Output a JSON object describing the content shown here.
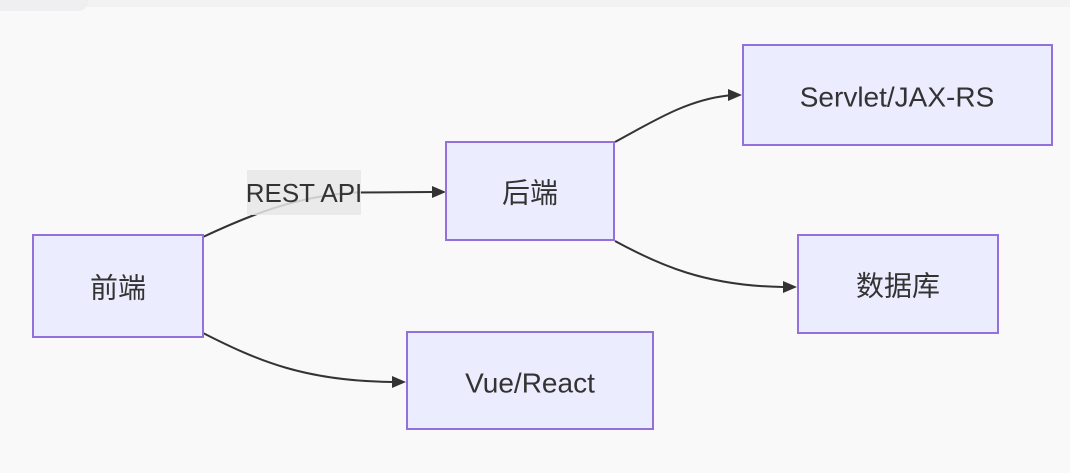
{
  "page": {
    "background_color": "#f9f9f9",
    "top_strip_color": "#f3f2f3",
    "top_tab_color": "#efeef0"
  },
  "diagram": {
    "type": "flowchart",
    "direction": "left-to-right",
    "colors": {
      "node_fill": "#ECECFF",
      "node_border": "#9370DB",
      "node_text": "#333333",
      "edge_stroke": "#333333",
      "edge_label_background": "#e8e8e8",
      "edge_label_text": "#333333"
    },
    "nodes": [
      {
        "id": "frontend",
        "label": "前端"
      },
      {
        "id": "backend",
        "label": "后端"
      },
      {
        "id": "servlet",
        "label": "Servlet/JAX-RS"
      },
      {
        "id": "database",
        "label": "数据库"
      },
      {
        "id": "vue_react",
        "label": "Vue/React"
      }
    ],
    "edges": [
      {
        "from": "前端",
        "to": "后端",
        "label": "REST API"
      },
      {
        "from": "前端",
        "to": "Vue/React",
        "label": ""
      },
      {
        "from": "后端",
        "to": "Servlet/JAX-RS",
        "label": ""
      },
      {
        "from": "后端",
        "to": "数据库",
        "label": ""
      }
    ]
  }
}
